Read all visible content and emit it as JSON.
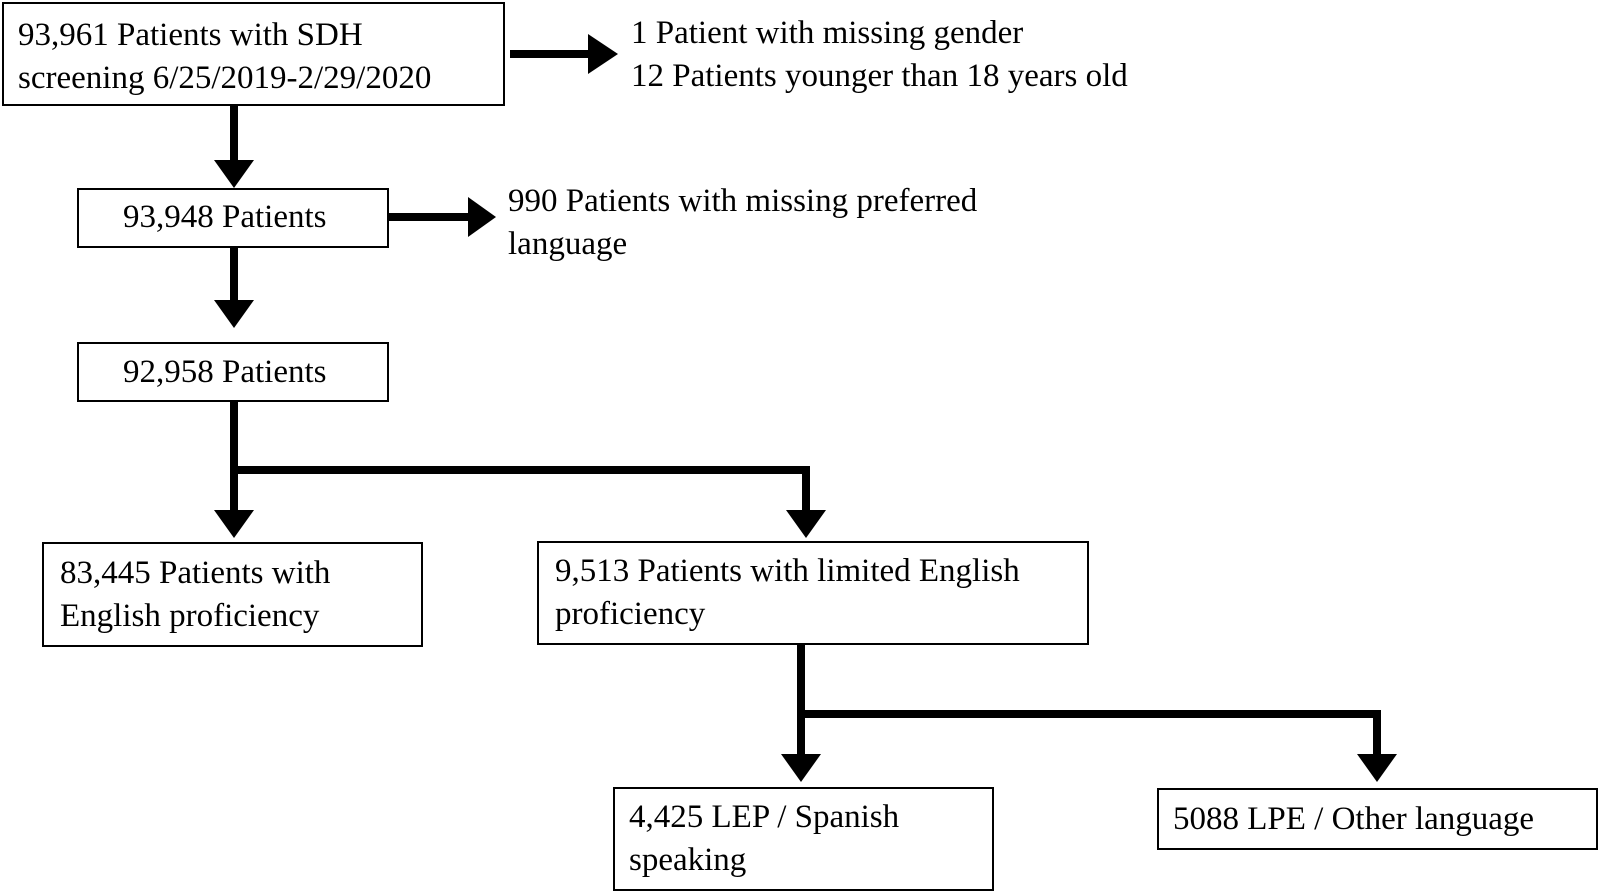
{
  "flowchart": {
    "start": {
      "line1": "93,961 Patients with SDH",
      "line2": "screening 6/25/2019-2/29/2020"
    },
    "exclusion_1": {
      "line1": "1 Patient with missing gender",
      "line2": "12 Patients younger than 18 years old"
    },
    "step_2": {
      "line1": "93,948 Patients"
    },
    "exclusion_2": {
      "line1": "990 Patients with missing preferred",
      "line2": "language"
    },
    "step_3": {
      "line1": "92,958 Patients"
    },
    "english": {
      "line1": "83,445 Patients with",
      "line2": "English proficiency"
    },
    "lep": {
      "line1": "9,513 Patients with limited English",
      "line2": "proficiency"
    },
    "spanish": {
      "line1": "4,425 LEP / Spanish",
      "line2": "speaking"
    },
    "other": {
      "line1": "5088 LPE / Other language"
    }
  },
  "colors": {
    "stroke": "#000000",
    "background": "#ffffff"
  }
}
